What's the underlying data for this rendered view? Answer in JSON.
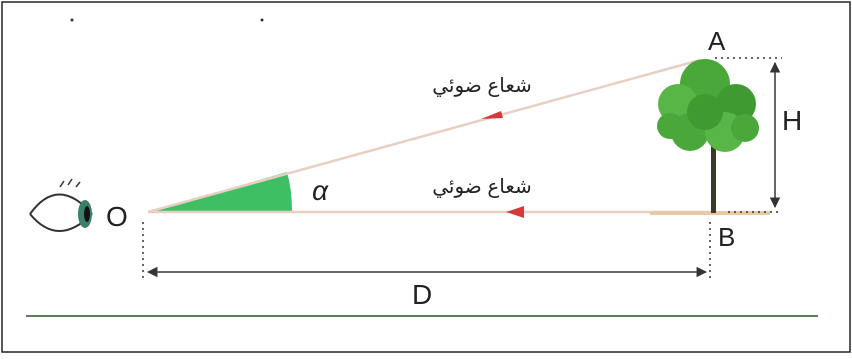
{
  "diagram": {
    "labels": {
      "observer": "O",
      "treetop": "A",
      "treebase": "B",
      "height": "H",
      "distance": "D",
      "angle": "α"
    },
    "ray_caption_upper": "شعاع ضوئي",
    "ray_caption_lower": "شعاع ضوئي",
    "colors": {
      "frame": "#222222",
      "ray": "#e7cfc3",
      "arrow": "#d43a3a",
      "angle_fill": "#3fbf63",
      "ground": "#5a7f5a",
      "dimension": "#333333",
      "foliage": "#4aa83a",
      "trunk": "#3a3a2a"
    },
    "icons": [
      "eye-icon",
      "tree-icon"
    ]
  }
}
